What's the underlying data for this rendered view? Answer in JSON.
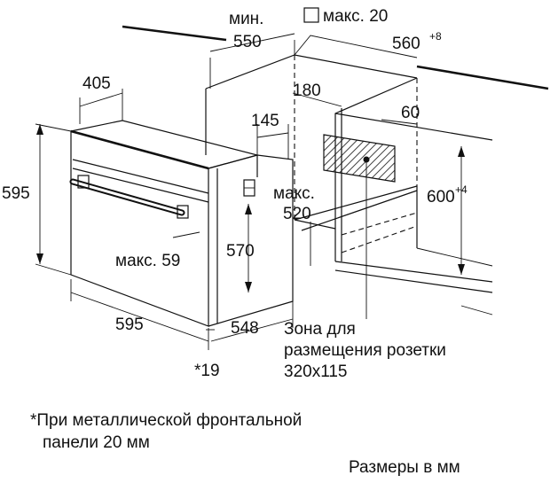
{
  "labels": {
    "min_label": "мин.",
    "min_value": "550",
    "max20": "макс. 20",
    "niche_width": "560",
    "niche_width_tol": "+8",
    "top_depth": "405",
    "d180": "180",
    "d60": "60",
    "d145": "145",
    "height_595": "595",
    "max_label": "макс.",
    "max_520": "520",
    "niche_height": "600",
    "niche_height_tol": "+4",
    "max59": "макс. 59",
    "h570": "570",
    "width_595": "595",
    "depth_548": "548",
    "star19": "*19"
  },
  "socket_zone": {
    "line1": "Зона для",
    "line2": "размещения розетки",
    "line3": "320x115"
  },
  "footnote": {
    "line1": "*При металлической фронтальной",
    "line2": "панели 20 мм"
  },
  "units_note": "Размеры в мм"
}
